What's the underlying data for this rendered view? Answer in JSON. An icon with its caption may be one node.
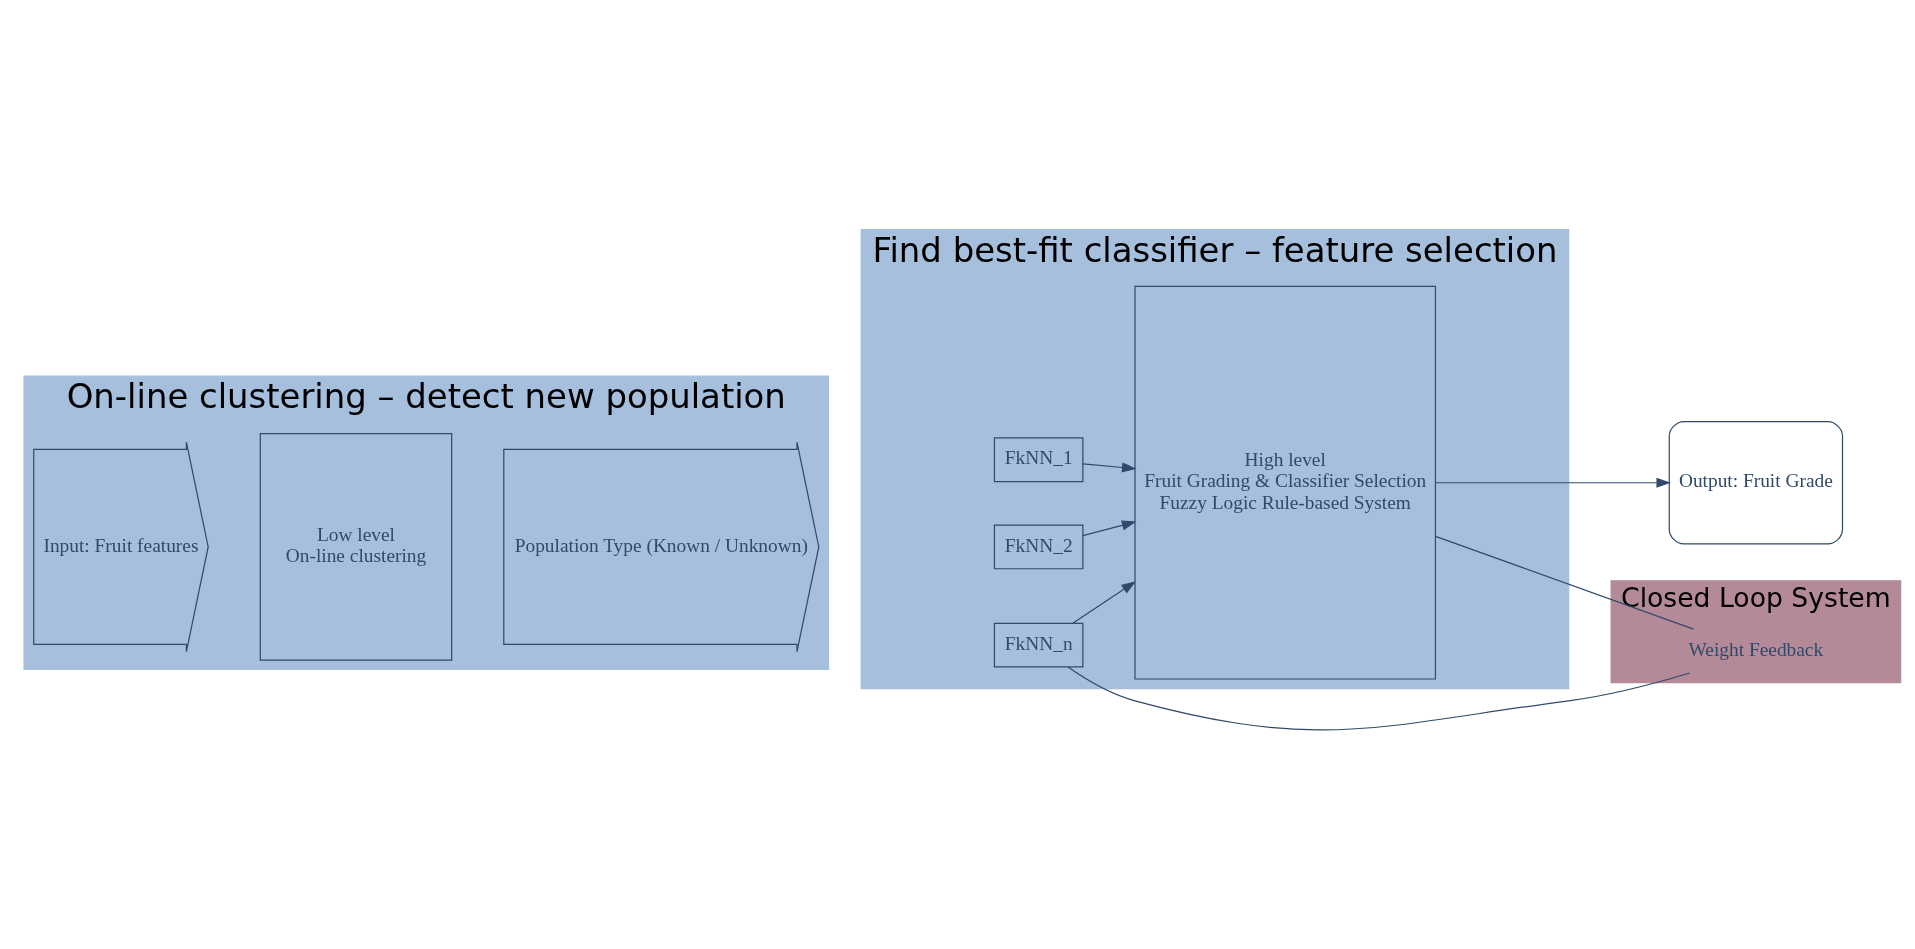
{
  "diagram": {
    "nodes": [
      {
        "text": [
          "On-line clustering – detect new population"
        ]
      },
      {
        "text": [
          "Input: Fruit features"
        ],
        "in": 0
      },
      {
        "text": [
          "Low level",
          "On-line clustering"
        ],
        "in": 0
      },
      {
        "text": [
          "Population Type (Known / Unknown)"
        ],
        "in": 0
      },
      {
        "text": [
          "Find best-fit classifier – feature selection"
        ]
      },
      {
        "text": [
          "FkNN_1"
        ],
        "in": 4
      },
      {
        "text": [
          "FkNN_2"
        ],
        "in": 4
      },
      {
        "text": [
          "FkNN_n"
        ],
        "in": 4
      },
      {
        "text": [
          "High level",
          "Fruit Grading & Classifier Selection",
          "Fuzzy Logic Rule-based System"
        ],
        "in": 4
      },
      {
        "text": [
          "Output: Fruit Grade"
        ]
      },
      {
        "text": [
          "Closed Loop System"
        ]
      },
      {
        "text": [
          "Weight Feedback"
        ],
        "in": 10
      }
    ],
    "edges": [
      {
        "from": 5,
        "to": 8,
        "arrow": "to"
      },
      {
        "from": 6,
        "to": 8,
        "arrow": "to"
      },
      {
        "from": 7,
        "to": 8,
        "arrow": "to"
      },
      {
        "from": 8,
        "to": 9,
        "arrow": "to"
      },
      {
        "from": 7,
        "to": 11,
        "arrow": "none"
      },
      {
        "from": 8,
        "to": 11,
        "arrow": "none"
      }
    ]
  }
}
